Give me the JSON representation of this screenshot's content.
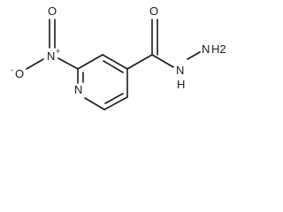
{
  "molecule": {
    "atoms": {
      "nitro_oxygen_top": "O",
      "nitro_nitrogen": "N",
      "nitro_charge_plus": "+",
      "nitro_oxygen_left": "O",
      "nitro_charge_minus": "-",
      "ring_nitrogen": "N",
      "carbonyl_oxygen": "O",
      "amide_nh": "N",
      "amide_h": "H",
      "terminal_n": "N",
      "terminal_h2": "H2"
    },
    "colors": {
      "ink": "#1a1a1a",
      "background": "#ffffff"
    }
  }
}
